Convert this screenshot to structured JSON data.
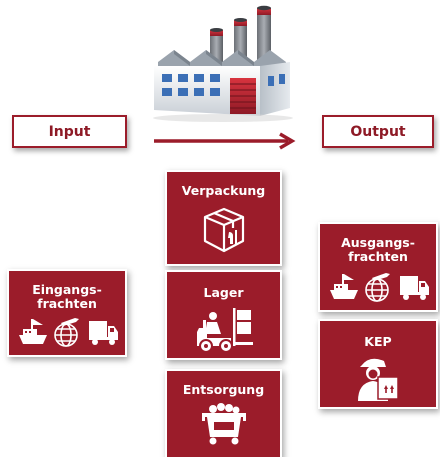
{
  "labels": {
    "input": "Input",
    "output": "Output"
  },
  "tiles": {
    "verpackung": "Verpackung",
    "lager": "Lager",
    "entsorgung": "Entsorgung",
    "eingangsfrachten": "Eingangs-\nfrachten",
    "ausgangsfrachten": "Ausgangs-\nfrachten",
    "kep": "KEP"
  },
  "icons": {
    "factory": "factory-icon",
    "box": "box-icon",
    "forklift": "forklift-icon",
    "container": "waste-container-icon",
    "ship": "ship-icon",
    "globe": "globe-plane-icon",
    "truck": "truck-icon",
    "courier": "courier-icon"
  },
  "colors": {
    "accent": "#9b1c2a",
    "arrow": "#9b1c2a",
    "background": "#ffffff"
  }
}
